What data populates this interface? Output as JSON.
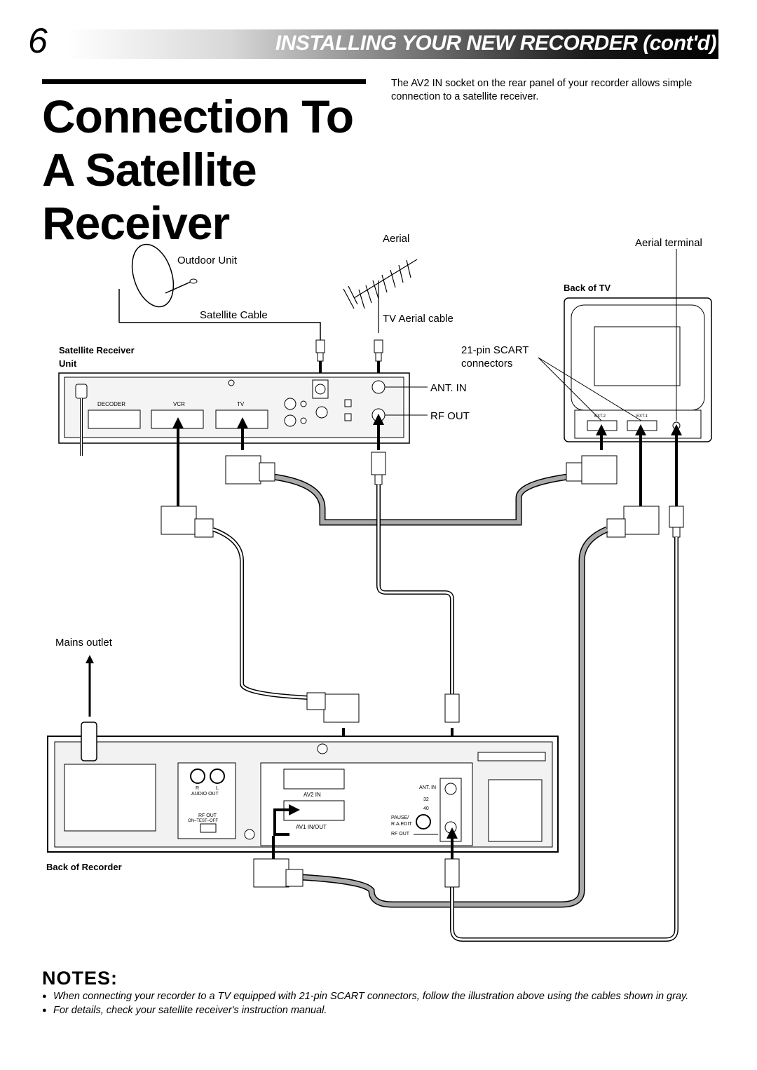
{
  "page_number": "6",
  "header_title": "INSTALLING YOUR NEW RECORDER (cont'd)",
  "title_lines": [
    "Connection To",
    "A Satellite",
    "Receiver"
  ],
  "intro": "The AV2 IN socket on the rear panel of your recorder allows simple connection to a satellite receiver.",
  "labels": {
    "aerial": "Aerial",
    "aerial_terminal": "Aerial terminal",
    "outdoor_unit": "Outdoor Unit",
    "back_of_tv": "Back of TV",
    "satellite_cable": "Satellite Cable",
    "tv_aerial_cable": "TV Aerial cable",
    "satellite_receiver_unit_1": "Satellite Receiver",
    "satellite_receiver_unit_2": "Unit",
    "scart_1": "21-pin SCART",
    "scart_2": "connectors",
    "ant_in": "ANT. IN",
    "rf_out": "RF OUT",
    "decoder": "DECODER",
    "vcr": "VCR",
    "tv": "TV",
    "ext2": "EXT.2",
    "ext1": "EXT.1",
    "mains_outlet": "Mains outlet",
    "back_of_recorder": "Back of Recorder",
    "rec_r": "R",
    "rec_l": "L",
    "rec_audio_out": "AUDIO  OUT",
    "rec_rf_out_switch": "RF OUT",
    "rec_on_test_off": "ON–TEST–OFF",
    "rec_av2_in": "AV2  IN",
    "rec_av1_in_out": "AV1  IN/OUT",
    "rec_ant_in": "ANT. IN",
    "rec_32": "32",
    "rec_40": "40",
    "rec_pause": "PAUSE/",
    "rec_raedit": "R.A.EDIT",
    "rec_rf_out": "RF OUT"
  },
  "notes_heading": "NOTES:",
  "notes": [
    "When connecting your recorder to a TV equipped with 21-pin SCART connectors, follow the illustration above using the cables shown in gray.",
    "For details, check your satellite receiver's instruction manual."
  ]
}
